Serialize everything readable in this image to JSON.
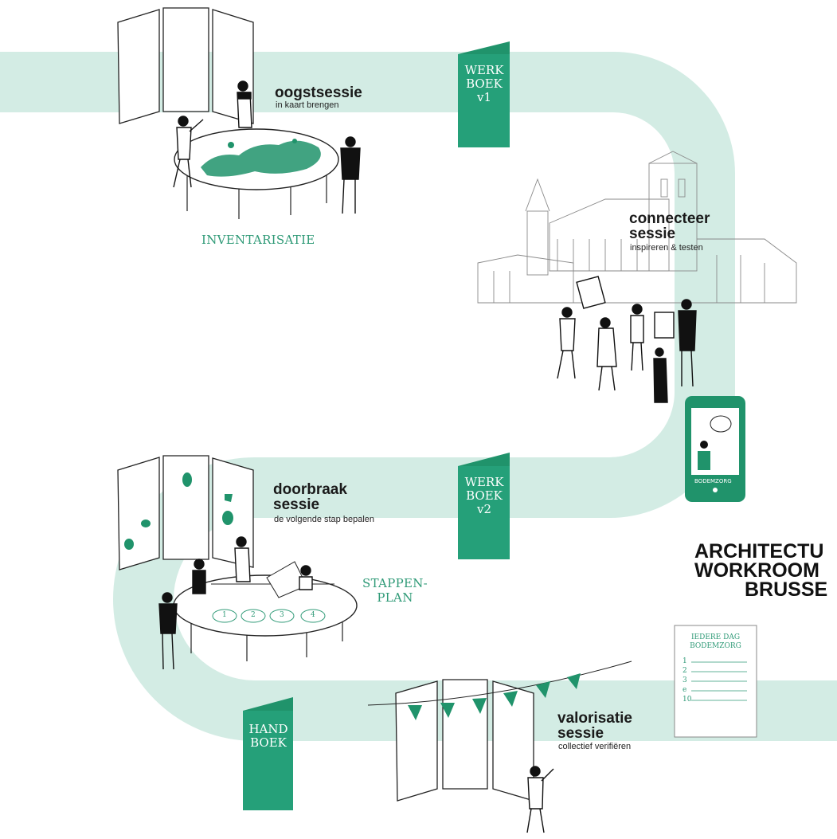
{
  "colors": {
    "path": "#d3ece4",
    "accent": "#20936b",
    "label_green": "#2f9a77",
    "ink": "#1a1a1a"
  },
  "stations": {
    "oogst": {
      "title": "oogstsessie",
      "subtitle": "in kaart brengen",
      "caption": "INVENTARISATIE"
    },
    "connecteer": {
      "title_line1": "connecteer",
      "title_line2": "sessie",
      "subtitle": "inspireren & testen"
    },
    "doorbraak": {
      "title_line1": "doorbraak",
      "title_line2": "sessie",
      "subtitle": "de volgende stap bepalen",
      "plan_line1": "STAPPEN-",
      "plan_line2": "PLAN",
      "steps": [
        "1",
        "2",
        "3",
        "4"
      ]
    },
    "valorisatie": {
      "title_line1": "valorisatie",
      "title_line2": "sessie",
      "subtitle": "collectief verifiëren"
    }
  },
  "books": {
    "werkboek_v1": [
      "WERK",
      "BOEK",
      "v1"
    ],
    "werkboek_v2": [
      "WERK",
      "BOEK",
      "v2"
    ],
    "handboek": [
      "HAND",
      "BOEK"
    ]
  },
  "phone": {
    "label": "BODEMZORG"
  },
  "document": {
    "title_line1": "IEDERE DAG",
    "title_line2": "BODEMZORG",
    "items": [
      "1",
      "2",
      "3",
      "e",
      "10"
    ]
  },
  "logo": {
    "line1": "ARCHITECTU",
    "line2": "WORKROOM",
    "line3": "BRUSSE"
  },
  "icons": [
    "book-icon",
    "phone-icon",
    "church-sketch",
    "table-icon",
    "pennant-garland",
    "person-figure",
    "panel-screen"
  ]
}
